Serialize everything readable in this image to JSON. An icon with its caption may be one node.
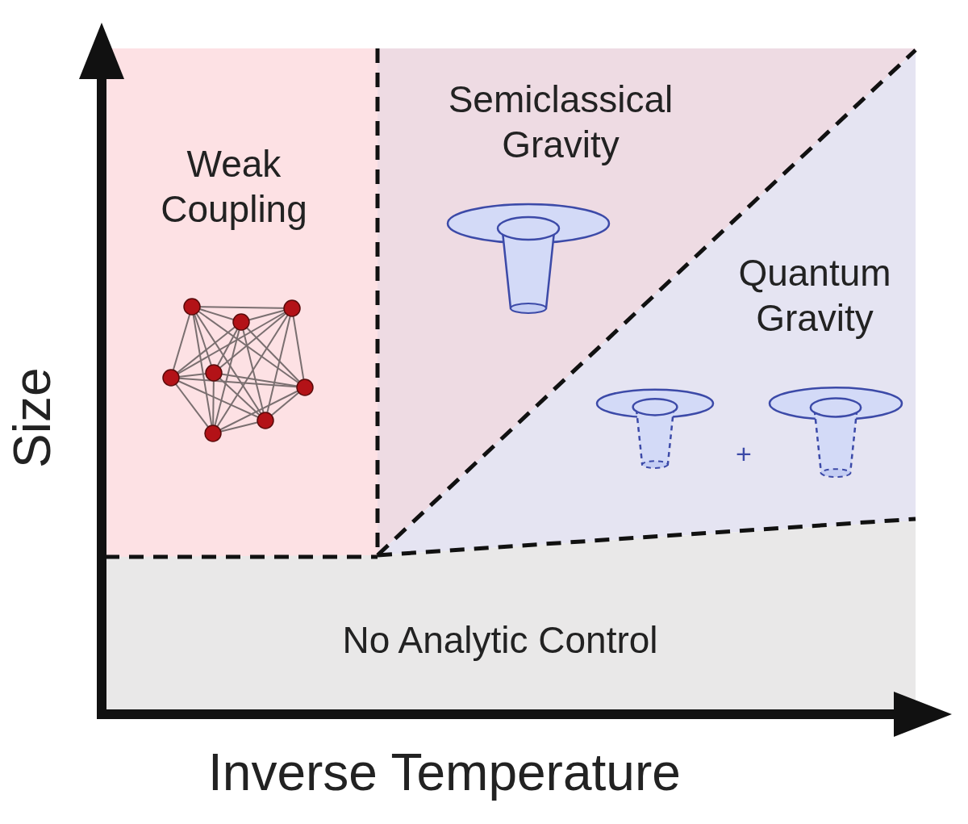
{
  "diagram": {
    "nodes": [
      {
        "text": [
          "Weak Coupling"
        ]
      },
      {
        "text": [
          "Semiclassical Gravity"
        ]
      },
      {
        "text": [
          "Quantum Gravity"
        ]
      },
      {
        "text": [
          "No Analytic Control"
        ]
      }
    ],
    "labels": [
      "+",
      "Size",
      "Inverse Temperature"
    ]
  }
}
